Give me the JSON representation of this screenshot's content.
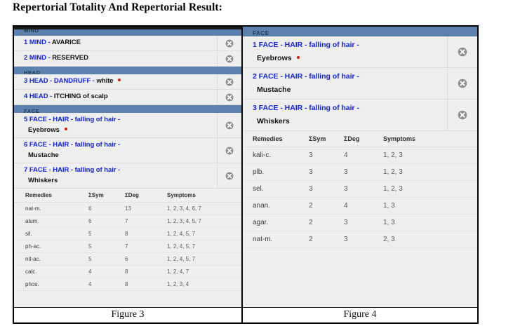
{
  "page": {
    "title": "Repertorial Totality And Repertorial Result:"
  },
  "figures": [
    {
      "caption": "Figure 3",
      "sections": [
        {
          "header": "MIND",
          "clipped": true,
          "rubrics": [
            {
              "number": "1",
              "blue": "MIND -",
              "plain": "AVARICE",
              "line2": "",
              "dot": false,
              "close_icon": "close-circle-icon"
            },
            {
              "number": "2",
              "blue": "MIND -",
              "plain": "RESERVED",
              "line2": "",
              "dot": false,
              "close_icon": "close-circle-icon"
            }
          ]
        },
        {
          "header": "HEAD",
          "clipped": false,
          "rubrics": [
            {
              "number": "3",
              "blue": "HEAD - DANDRUFF -",
              "plain": "white",
              "line2": "",
              "dot": true,
              "close_icon": "close-circle-icon"
            },
            {
              "number": "4",
              "blue": "HEAD -",
              "plain": "ITCHING of scalp",
              "line2": "",
              "dot": false,
              "close_icon": "close-circle-icon"
            }
          ]
        },
        {
          "header": "FACE",
          "clipped": false,
          "rubrics": [
            {
              "number": "5",
              "blue": "FACE - HAIR - falling of hair -",
              "plain": "",
              "line2": "Eyebrows",
              "dot": true,
              "close_icon": "close-circle-icon"
            },
            {
              "number": "6",
              "blue": "FACE - HAIR - falling of hair -",
              "plain": "",
              "line2": "Mustache",
              "dot": false,
              "close_icon": "close-circle-icon"
            },
            {
              "number": "7",
              "blue": "FACE - HAIR - falling of hair -",
              "plain": "",
              "line2": "Whiskers",
              "dot": false,
              "close_icon": "close-circle-icon"
            }
          ]
        }
      ],
      "table": {
        "columns": [
          "Remedies",
          "ΣSym",
          "ΣDeg",
          "Symptoms"
        ],
        "rows": [
          [
            "nat-m.",
            "6",
            "13",
            "1, 2, 3, 4, 6, 7"
          ],
          [
            "alum.",
            "6",
            "7",
            "1, 2, 3, 4, 5, 7"
          ],
          [
            "sil.",
            "5",
            "8",
            "1, 2, 4, 5, 7"
          ],
          [
            "ph-ac.",
            "5",
            "7",
            "1, 2, 4, 5, 7"
          ],
          [
            "nit-ac.",
            "5",
            "6",
            "1, 2, 4, 5, 7"
          ],
          [
            "calc.",
            "4",
            "8",
            "1, 2, 4, 7"
          ],
          [
            "phos.",
            "4",
            "8",
            "1, 2, 3, 4"
          ]
        ]
      }
    },
    {
      "caption": "Figure 4",
      "sections": [
        {
          "header": "FACE",
          "clipped": false,
          "rubrics": [
            {
              "number": "1",
              "blue": "FACE - HAIR - falling of hair -",
              "plain": "",
              "line2": "Eyebrows",
              "dot": true,
              "close_icon": "close-circle-icon"
            },
            {
              "number": "2",
              "blue": "FACE - HAIR - falling of hair -",
              "plain": "",
              "line2": "Mustache",
              "dot": false,
              "close_icon": "close-circle-icon"
            },
            {
              "number": "3",
              "blue": "FACE - HAIR - falling of hair -",
              "plain": "",
              "line2": "Whiskers",
              "dot": false,
              "close_icon": "close-circle-icon"
            }
          ]
        }
      ],
      "table": {
        "columns": [
          "Remedies",
          "ΣSym",
          "ΣDeg",
          "Symptoms"
        ],
        "rows": [
          [
            "kali-c.",
            "3",
            "4",
            "1, 2, 3"
          ],
          [
            "plb.",
            "3",
            "3",
            "1, 2, 3"
          ],
          [
            "sel.",
            "3",
            "3",
            "1, 2, 3"
          ],
          [
            "anan.",
            "2",
            "4",
            "1, 3"
          ],
          [
            "agar.",
            "2",
            "3",
            "1, 3"
          ],
          [
            "nat-m.",
            "2",
            "3",
            "2, 3"
          ]
        ]
      }
    }
  ],
  "colors": {
    "section_header_blue": "#5b82af",
    "rubric_blue_text": "#1322f0",
    "marker_dot_red": "#e01b14",
    "app_background": "#efefef",
    "top_bar": "#1a1a1a"
  }
}
